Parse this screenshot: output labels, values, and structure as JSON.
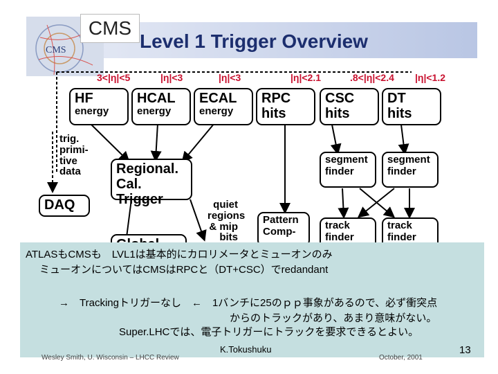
{
  "header": {
    "logo_text": "CMS",
    "tag": "CMS",
    "title": "Level 1 Trigger Overview"
  },
  "eta_ranges": [
    "3<|η|<5",
    "|η|<3",
    "|η|<3",
    "|η|<2.1",
    ".8<|η|<2.4",
    "|η|<1.2"
  ],
  "boxes": {
    "hf": {
      "title": "HF",
      "sub": "energy"
    },
    "hcal": {
      "title": "HCAL",
      "sub": "energy"
    },
    "ecal": {
      "title": "ECAL",
      "sub": "energy"
    },
    "rpc": {
      "title": "RPC",
      "sub": "hits"
    },
    "csc": {
      "title": "CSC",
      "sub": "hits"
    },
    "dt": {
      "title": "DT",
      "sub": "hits"
    },
    "regional_cal": {
      "line1": "Regional.",
      "line2": "Cal. Trigger"
    },
    "daq": {
      "title": "DAQ"
    },
    "seg_csc": {
      "line1": "segment",
      "line2": "finder"
    },
    "seg_dt": {
      "line1": "segment",
      "line2": "finder"
    },
    "pattern": {
      "line1": "Pattern",
      "line2": "Comp-"
    },
    "track_csc": {
      "line1": "track",
      "line2": "finder"
    },
    "track_dt": {
      "line1": "track",
      "line2": "finder"
    },
    "global": {
      "title": "Global"
    }
  },
  "labels": {
    "trig_primitive": [
      "trig.",
      "primi-",
      "tive",
      "data"
    ],
    "quiet_regions": [
      "quiet",
      "regions",
      "& mip",
      "bits"
    ]
  },
  "overlay": {
    "line1": "ATLASもCMSも　LVL1は基本的にカロリメータとミューオンのみ",
    "line2": "ミューオンについてはCMSはRPCと（DT+CSC）でredandant",
    "line3": "→　Trackingトリガーなし　←　1バンチに25のｐｐ事象があるので、必ず衝突点",
    "line4": "からのトラックがあり、あまり意味がない。",
    "line5": "Super.LHCでは、電子トリガーにトラックを要求できるとよい。"
  },
  "footer": {
    "left": "Wesley Smith, U. Wisconsin – LHCC Review",
    "right": "October, 2001",
    "author": "K.Tokushuku",
    "page": "13"
  }
}
